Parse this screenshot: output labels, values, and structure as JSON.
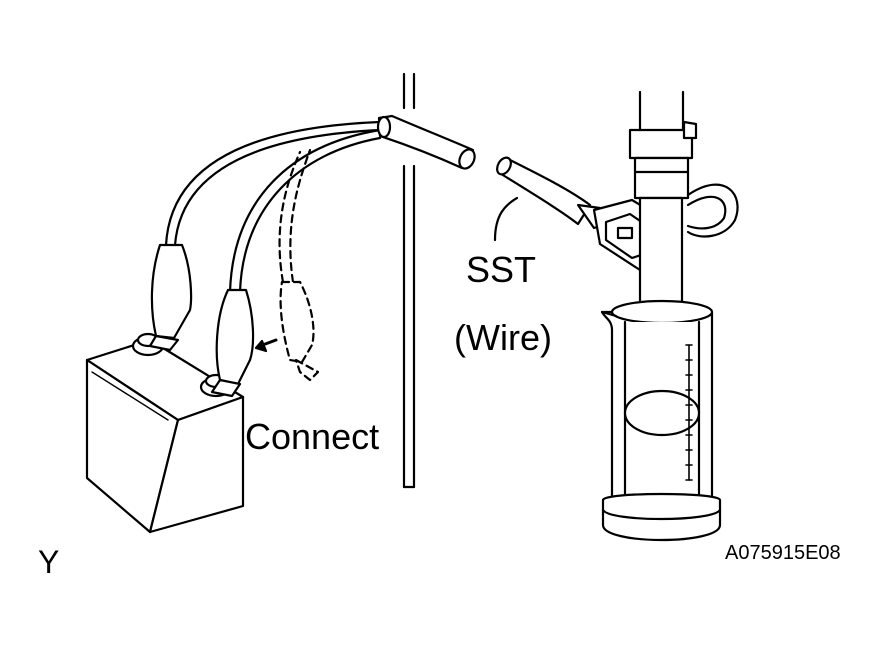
{
  "labels": {
    "connect": "Connect",
    "sst": "SST",
    "wire": "(Wire)",
    "corner_letter": "Y",
    "figure_code": "A075915E08"
  }
}
